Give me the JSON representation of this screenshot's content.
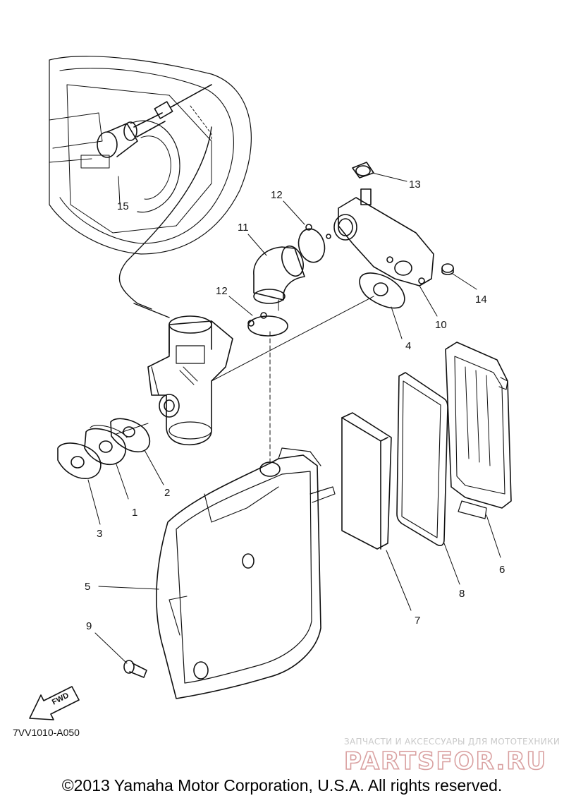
{
  "diagram": {
    "callouts": [
      {
        "id": "1",
        "label": "1"
      },
      {
        "id": "2",
        "label": "2"
      },
      {
        "id": "3",
        "label": "3"
      },
      {
        "id": "4",
        "label": "4"
      },
      {
        "id": "5",
        "label": "5"
      },
      {
        "id": "6",
        "label": "6"
      },
      {
        "id": "7",
        "label": "7"
      },
      {
        "id": "8",
        "label": "8"
      },
      {
        "id": "9",
        "label": "9"
      },
      {
        "id": "10",
        "label": "10"
      },
      {
        "id": "11",
        "label": "11"
      },
      {
        "id": "12a",
        "label": "12"
      },
      {
        "id": "12b",
        "label": "12"
      },
      {
        "id": "13",
        "label": "13"
      },
      {
        "id": "14",
        "label": "14"
      },
      {
        "id": "15",
        "label": "15"
      }
    ],
    "fwd_label": "FWD",
    "diagram_code": "7VV1010-A050"
  },
  "watermark": {
    "tagline": "ЗАПЧАСТИ И АКСЕССУАРЫ ДЛЯ МОТОТЕХНИКИ",
    "logo_text": "PARTSFOR.RU",
    "color": "#d9a0a0"
  },
  "copyright": "©2013 Yamaha Motor Corporation, U.S.A. All rights reserved."
}
